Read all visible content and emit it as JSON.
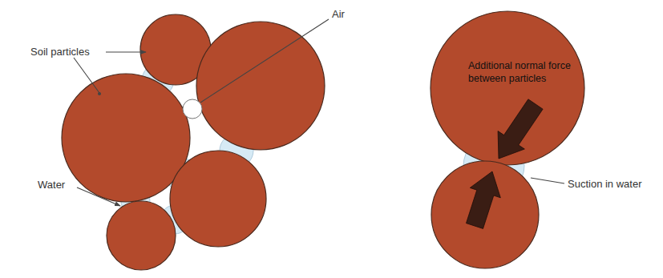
{
  "diagram": {
    "nodes": [
      {
        "text": [
          "Additional normal force between particles"
        ]
      }
    ],
    "labels": [
      "Soil particles",
      "Air",
      "Water",
      "Suction in water"
    ]
  }
}
